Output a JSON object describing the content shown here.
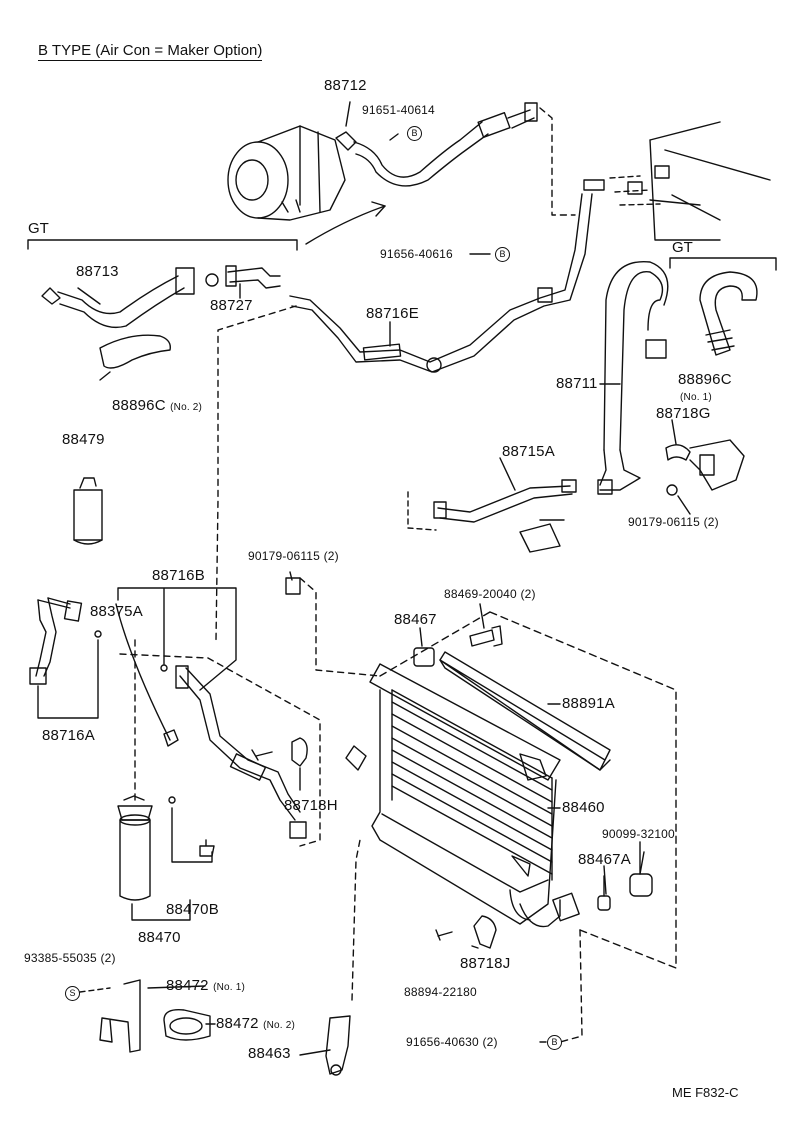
{
  "header": {
    "title": "B  TYPE (Air Con = Maker Option)"
  },
  "gt_left": "GT",
  "gt_right": "GT",
  "circle_b": "B",
  "circle_s": "S",
  "labels": {
    "p88712": "88712",
    "p9165140614": "91651-40614",
    "p88713": "88713",
    "p88727": "88727",
    "p88716E": "88716E",
    "p9165640616": "91656-40616",
    "p88896C2": "88896C",
    "p88896C2_sub": "(No. 2)",
    "p88896C1": "88896C",
    "p88896C1_sub": "(No. 1)",
    "p88711": "88711",
    "p88718G": "88718G",
    "p88479": "88479",
    "p88715A": "88715A",
    "p9017906115a": "90179-06115 (2)",
    "p9017906115b": "90179-06115 (2)",
    "p88716B": "88716B",
    "p88375A": "88375A",
    "p8846920040": "88469-20040 (2)",
    "p88467": "88467",
    "p88891A": "88891A",
    "p88716A": "88716A",
    "p88460": "88460",
    "p88718H": "88718H",
    "p9009932100": "90099-32100",
    "p88467A": "88467A",
    "p88470B": "88470B",
    "p88470": "88470",
    "p9338555035": "93385-55035 (2)",
    "p88718J": "88718J",
    "p88894": "88894-22180",
    "p88472a": "88472",
    "p88472a_sub": "(No. 1)",
    "p88472b": "88472",
    "p88472b_sub": "(No. 2)",
    "p88463": "88463",
    "p9165640630": "91656-40630 (2)"
  },
  "footer": {
    "code": "ME  F832-C"
  }
}
